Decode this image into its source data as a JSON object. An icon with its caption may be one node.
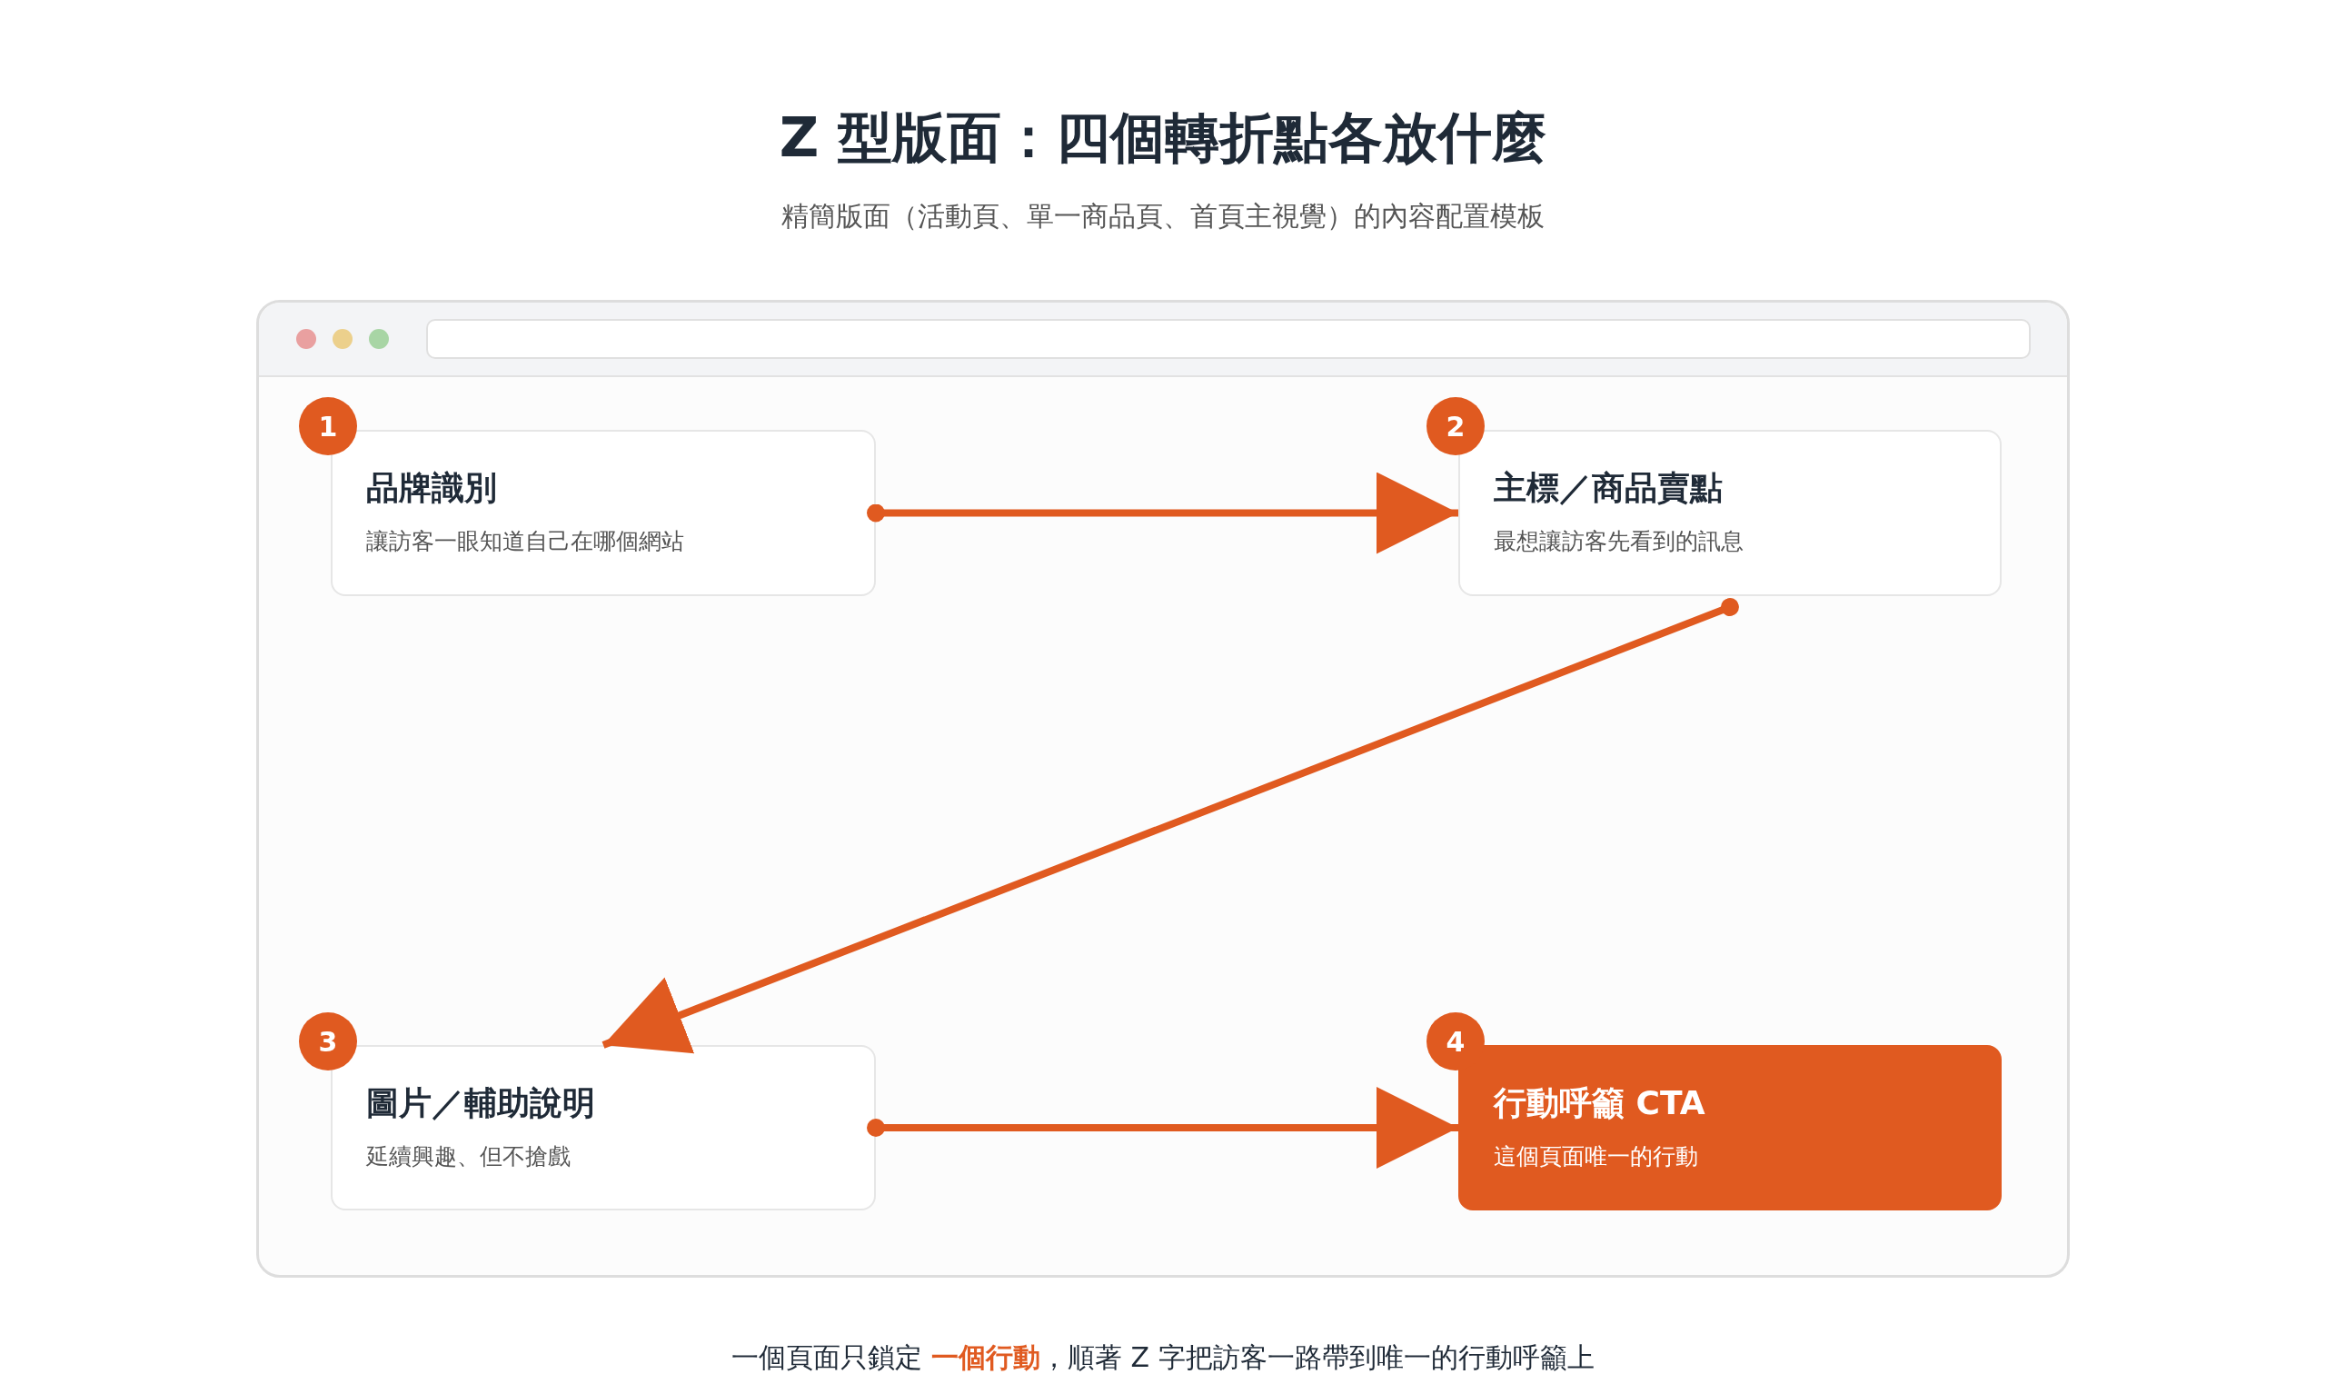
{
  "diagram": {
    "title": "Z 型版面：四個轉折點各放什麼",
    "caption": "精簡版面（活動頁、單一商品頁、首頁主視覺）的內容配置模板",
    "nodes": [
      {
        "text": [],
        "shape": "box"
      },
      {
        "text": [
          "品牌識別",
          "讓訪客一眼知道自己在哪個網站"
        ],
        "in": 0,
        "beside": [
          "1"
        ]
      },
      {
        "text": [
          "主標／商品賣點",
          "最想讓訪客先看到的訊息"
        ],
        "in": 0,
        "beside": [
          "2"
        ]
      },
      {
        "text": [
          "圖片／輔助說明",
          "延續興趣、但不搶戲"
        ],
        "in": 0,
        "beside": [
          "3"
        ]
      },
      {
        "text": [
          "行動呼籲 CTA",
          "這個頁面唯一的行動"
        ],
        "in": 0,
        "beside": [
          "4"
        ]
      }
    ],
    "edges": [
      {
        "from": 1,
        "to": 2,
        "arrow": "to"
      },
      {
        "from": 2,
        "to": 3,
        "arrow": "to"
      },
      {
        "from": 3,
        "to": 4,
        "arrow": "to"
      }
    ],
    "labels": [
      "一個頁面只鎖定 **一個行動**，順著 Z 字把訪客一路帶到唯一的行動呼籲上"
    ]
  }
}
